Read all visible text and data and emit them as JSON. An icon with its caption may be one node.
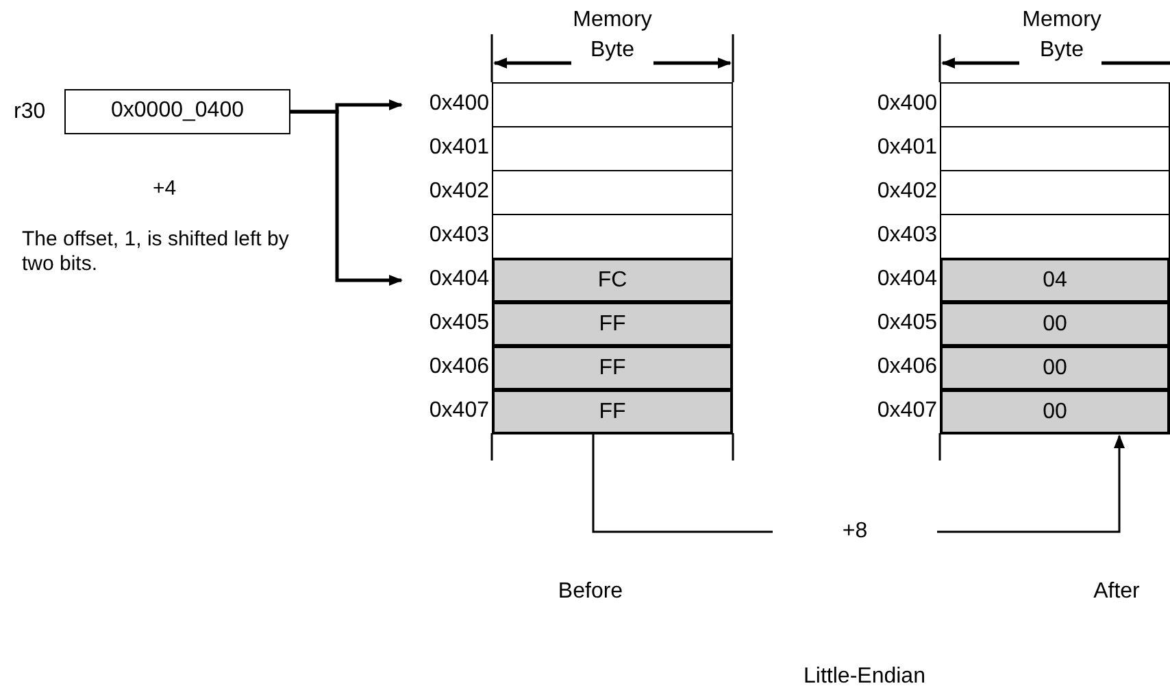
{
  "diagram": {
    "nodes": [
      {
        "text": [
          "0x0000_0400"
        ],
        "beside": [
          "r30"
        ]
      },
      {
        "text": [],
        "shape": "box",
        "beside": [
          "0x400"
        ]
      },
      {
        "text": [],
        "shape": "box",
        "beside": [
          "0x401"
        ]
      },
      {
        "text": [],
        "shape": "box",
        "beside": [
          "0x402"
        ]
      },
      {
        "text": [],
        "shape": "box",
        "beside": [
          "0x403"
        ]
      },
      {
        "text": [
          "FC"
        ],
        "beside": [
          "0x404"
        ]
      },
      {
        "text": [
          "FF"
        ],
        "beside": [
          "0x405"
        ]
      },
      {
        "text": [
          "FF"
        ],
        "beside": [
          "0x406"
        ]
      },
      {
        "text": [
          "FF"
        ],
        "beside": [
          "0x407"
        ]
      },
      {
        "text": [],
        "shape": "box",
        "beside": [
          "0x400"
        ]
      },
      {
        "text": [],
        "shape": "box",
        "beside": [
          "0x401"
        ]
      },
      {
        "text": [],
        "shape": "box",
        "beside": [
          "0x402"
        ]
      },
      {
        "text": [],
        "shape": "box",
        "beside": [
          "0x403"
        ]
      },
      {
        "text": [
          "04"
        ],
        "beside": [
          "0x404"
        ]
      },
      {
        "text": [
          "00"
        ],
        "beside": [
          "0x405"
        ]
      },
      {
        "text": [
          "00"
        ],
        "beside": [
          "0x406"
        ]
      },
      {
        "text": [
          "00"
        ],
        "beside": [
          "0x407"
        ]
      }
    ],
    "edges": [
      {
        "from": 0,
        "to": 1,
        "arrow": "to"
      },
      {
        "from": 0,
        "to": 5,
        "arrow": "to"
      },
      {
        "from": 8,
        "to": 16,
        "arrow": "to",
        "label": "+8"
      }
    ],
    "labels": [
      "Memory Byte",
      "Memory Byte",
      "+4",
      "The offset, 1, is shifted left by two bits.",
      "Before",
      "After",
      "Little-Endian"
    ]
  }
}
